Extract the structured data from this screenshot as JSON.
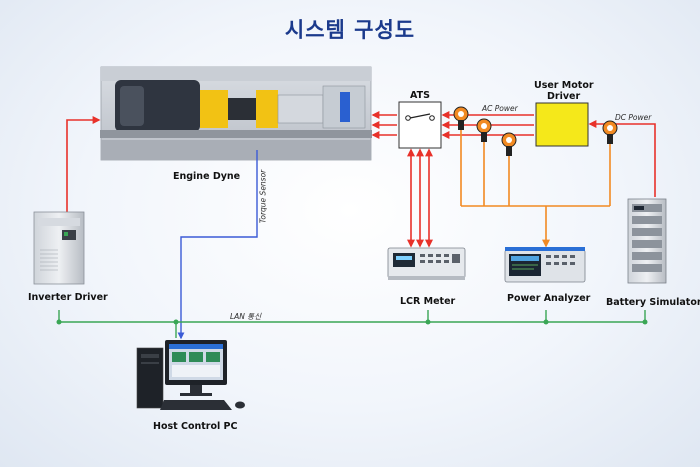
{
  "title": "시스템 구성도",
  "nodes": {
    "engine_dyne": "Engine Dyne",
    "ats": "ATS",
    "user_motor_driver_line1": "User Motor",
    "user_motor_driver_line2": "Driver",
    "inverter_driver": "Inverter Driver",
    "lcr_meter": "LCR Meter",
    "power_analyzer": "Power Analyzer",
    "battery_simulator": "Battery Simulator",
    "host_control_pc": "Host Control PC"
  },
  "links": {
    "ac_power": "AC Power",
    "dc_power": "DC Power",
    "lan": "LAN 통신",
    "torque_sensor": "Torque Sensor"
  },
  "colors": {
    "title": "#1b3a8c",
    "power_line": "#e8312a",
    "measure_line": "#f28a22",
    "lan_line": "#3aa655",
    "torque_line": "#3b5bd6",
    "driver_box": "#f5e81a"
  }
}
